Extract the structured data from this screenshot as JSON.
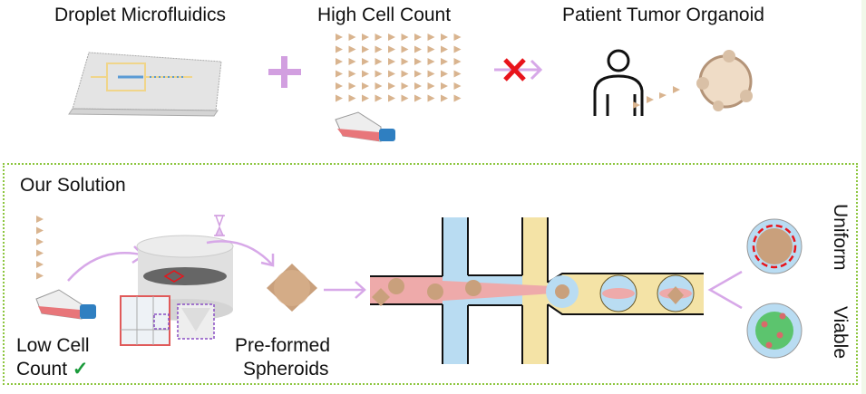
{
  "top": {
    "droplet_title": "Droplet Microfluidics",
    "high_cell_title": "High Cell Count",
    "organoid_title": "Patient Tumor Organoid",
    "plus_symbol": "+",
    "blocked_symbol": "✕"
  },
  "solution": {
    "title": "Our Solution",
    "low_cell_line1": "Low Cell",
    "low_cell_line2": "Count",
    "check_symbol": "✓",
    "preformed_line1": "Pre-formed",
    "preformed_line2": "Spheroids",
    "uniform_label": "Uniform",
    "viable_label": "Viable"
  },
  "colors": {
    "arrow": "#d7a8e8",
    "cell": "#d9b48f",
    "flask_media": "#e8767a",
    "flask_cap": "#2f7fc1",
    "oil_blue": "#b9dcf2",
    "aqueous_pink": "#eeaaaa",
    "oil_yellow": "#f4e3a6",
    "box_border": "#8dc63f",
    "cross_red": "#e8141b",
    "check_green": "#1a9a3a"
  }
}
